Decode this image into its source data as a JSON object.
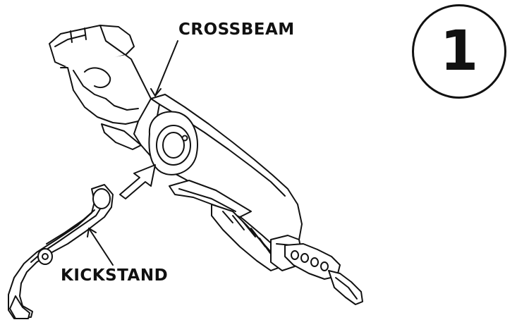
{
  "step_number": "1",
  "labels": {
    "crossbeam": "CROSSBEAM",
    "kickstand": "KICKSTAND"
  }
}
